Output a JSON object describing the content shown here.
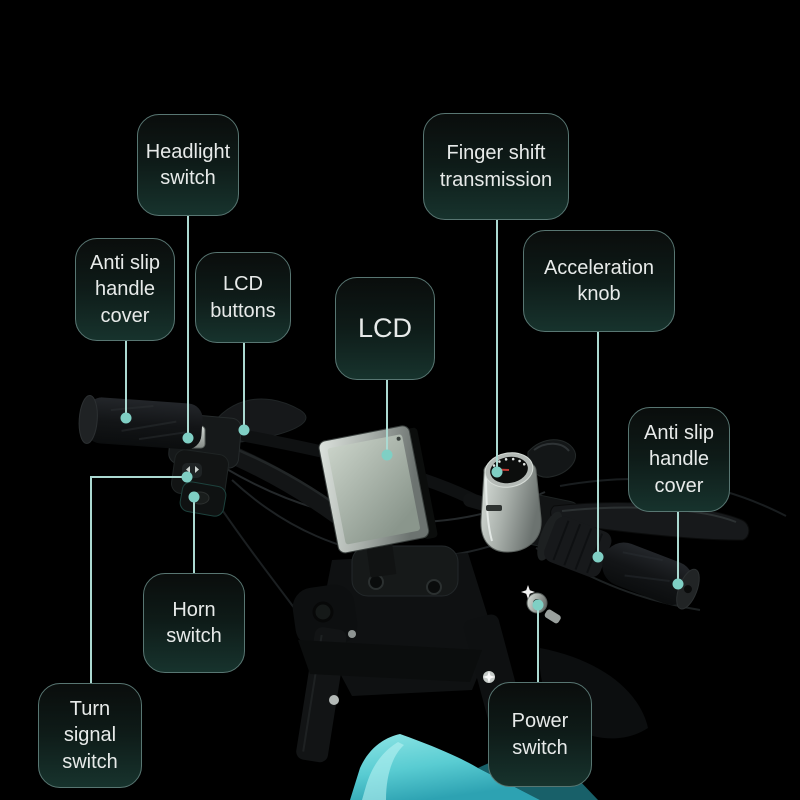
{
  "meta": {
    "description": "E-bike handlebar annotated parts diagram"
  },
  "colors": {
    "background": "#000000",
    "label_bg_top": "#0a0d0c",
    "label_bg_bottom": "#17332d",
    "label_border": "#587672",
    "label_text": "#e7eae9",
    "callout_line": "#abd9d1",
    "callout_dot": "#7fcfc4",
    "frame_cyan": "#59ccd2",
    "lcd_screen": "#b7c1b7",
    "silver": "#aab1ac"
  },
  "labels": {
    "headlight": {
      "text": "Headlight\nswitch"
    },
    "finger_shift": {
      "text": "Finger shift\ntransmission"
    },
    "anti_slip_left": {
      "text": "Anti slip\nhandle\ncover"
    },
    "lcd_buttons": {
      "text": "LCD\nbuttons"
    },
    "lcd": {
      "text": "LCD"
    },
    "acceleration": {
      "text": "Acceleration\nknob"
    },
    "anti_slip_right": {
      "text": "Anti slip\nhandle\ncover"
    },
    "horn": {
      "text": "Horn\nswitch"
    },
    "turn_signal": {
      "text": "Turn\nsignal\nswitch"
    },
    "power": {
      "text": "Power\nswitch"
    }
  }
}
